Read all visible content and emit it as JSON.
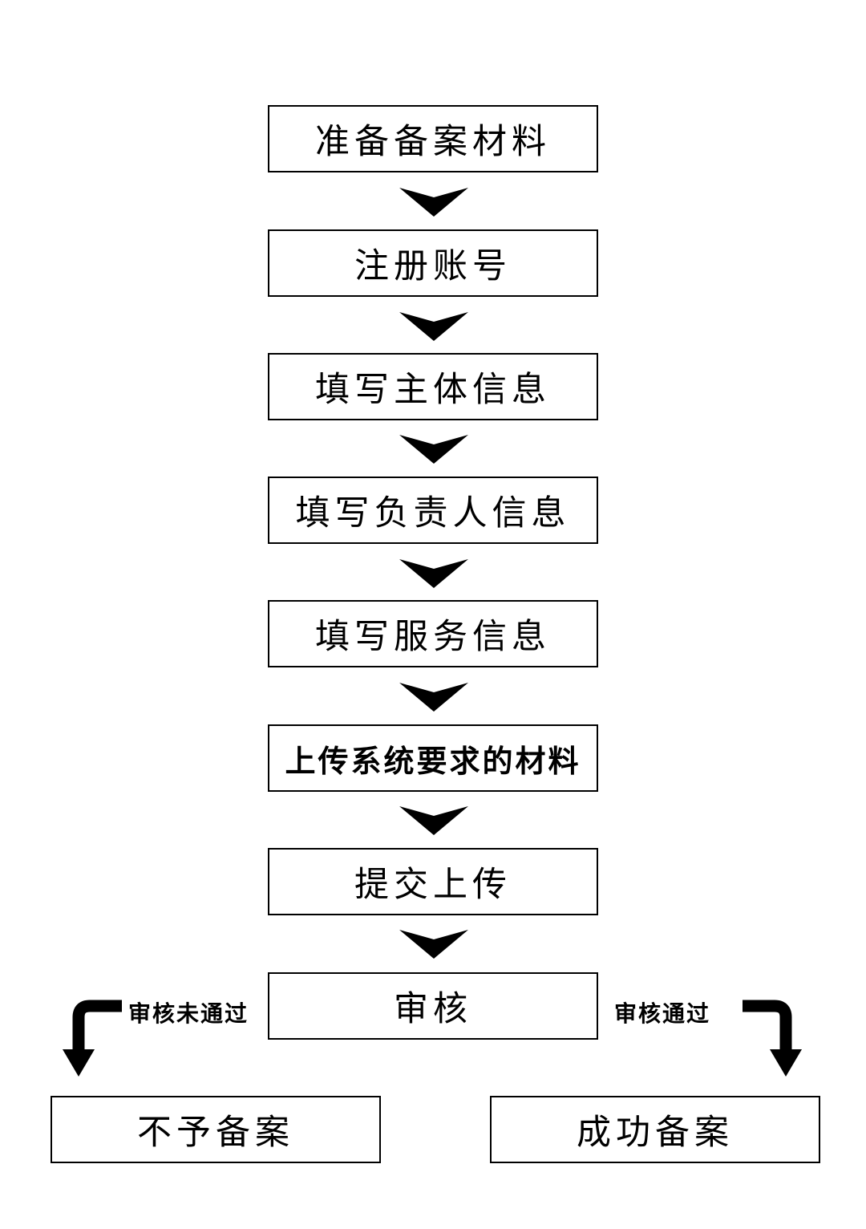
{
  "steps": [
    "准备备案材料",
    "注册账号",
    "填写主体信息",
    "填写负责人信息",
    "填写服务信息",
    "上传系统要求的材料",
    "提交上传",
    "审核"
  ],
  "branches": {
    "fail_label": "审核未通过",
    "pass_label": "审核通过",
    "fail_result": "不予备案",
    "pass_result": "成功备案"
  }
}
